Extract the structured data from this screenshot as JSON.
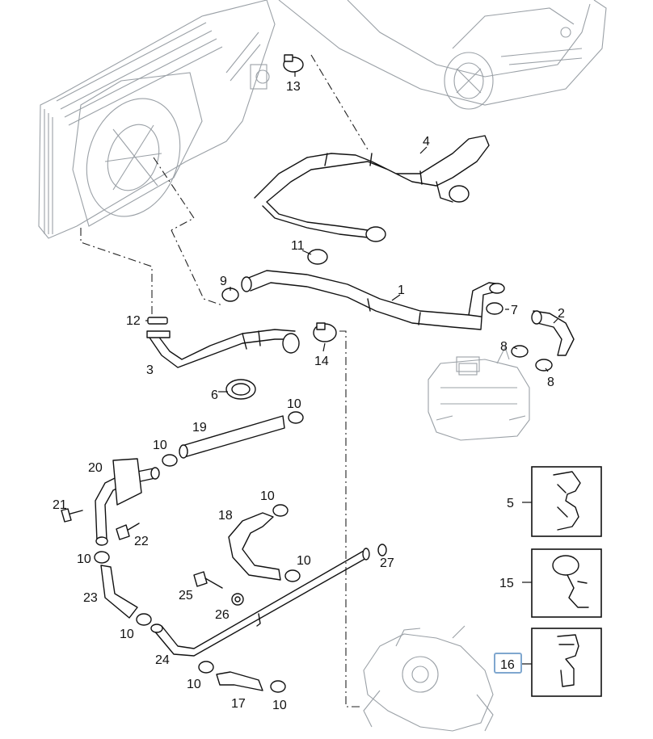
{
  "callouts": [
    {
      "id": "c1",
      "text": "1"
    },
    {
      "id": "c2",
      "text": "2"
    },
    {
      "id": "c3",
      "text": "3"
    },
    {
      "id": "c4",
      "text": "4"
    },
    {
      "id": "c5",
      "text": "5"
    },
    {
      "id": "c6",
      "text": "6"
    },
    {
      "id": "c7",
      "text": "7"
    },
    {
      "id": "c8a",
      "text": "8"
    },
    {
      "id": "c8b",
      "text": "8"
    },
    {
      "id": "c9",
      "text": "9"
    },
    {
      "id": "c10a",
      "text": "10"
    },
    {
      "id": "c10b",
      "text": "10"
    },
    {
      "id": "c10c",
      "text": "10"
    },
    {
      "id": "c10d",
      "text": "10"
    },
    {
      "id": "c10e",
      "text": "10"
    },
    {
      "id": "c10f",
      "text": "10"
    },
    {
      "id": "c10g",
      "text": "10"
    },
    {
      "id": "c10h",
      "text": "10"
    },
    {
      "id": "c10i",
      "text": "10"
    },
    {
      "id": "c11",
      "text": "11"
    },
    {
      "id": "c12",
      "text": "12"
    },
    {
      "id": "c13",
      "text": "13"
    },
    {
      "id": "c14",
      "text": "14"
    },
    {
      "id": "c15",
      "text": "15"
    },
    {
      "id": "c16",
      "text": "16"
    },
    {
      "id": "c17",
      "text": "17"
    },
    {
      "id": "c18",
      "text": "18"
    },
    {
      "id": "c19",
      "text": "19"
    },
    {
      "id": "c20",
      "text": "20"
    },
    {
      "id": "c21",
      "text": "21"
    },
    {
      "id": "c22",
      "text": "22"
    },
    {
      "id": "c23",
      "text": "23"
    },
    {
      "id": "c24",
      "text": "24"
    },
    {
      "id": "c25",
      "text": "25"
    },
    {
      "id": "c26",
      "text": "26"
    },
    {
      "id": "c27",
      "text": "27"
    }
  ],
  "highlighted_callout": "16",
  "colors": {
    "ink": "#111111",
    "ghost": "#9aa0a6",
    "highlight": "#7fa7cf"
  }
}
